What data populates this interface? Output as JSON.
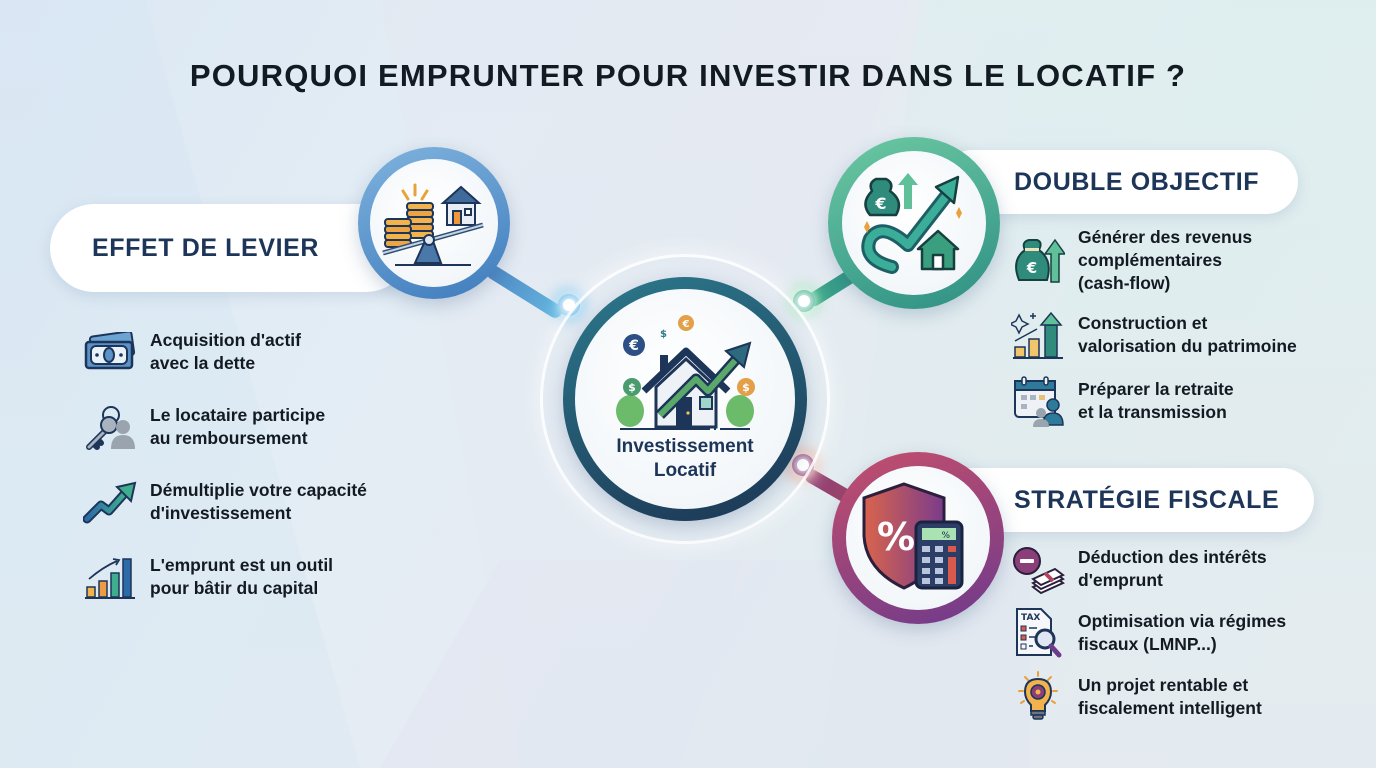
{
  "title": "POURQUOI EMPRUNTER POUR INVESTIR DANS LE LOCATIF ?",
  "center": {
    "label_line1": "Investissement",
    "label_line2": "Locatif",
    "icon": "house-growth-arrow-icon"
  },
  "sections": {
    "levier": {
      "heading": "EFFET DE LEVIER",
      "icon": "seesaw-coins-house-icon",
      "accent": "#3f7cbd",
      "items": [
        {
          "icon": "banknote-icon",
          "line1": "Acquisition d'actif",
          "line2": "avec la dette"
        },
        {
          "icon": "key-tenant-icon",
          "line1": "Le locataire participe",
          "line2": "au remboursement"
        },
        {
          "icon": "trend-arrow-icon",
          "line1": "Démultiplie votre capacité",
          "line2": "d'investissement"
        },
        {
          "icon": "bar-growth-icon",
          "line1": "L'emprunt est un outil",
          "line2": "pour bâtir du capital"
        }
      ]
    },
    "objectif": {
      "heading": "DOUBLE OBJECTIF",
      "icon": "money-bag-loop-arrow-house-icon",
      "accent": "#2e8f84",
      "items": [
        {
          "icon": "money-bag-up-icon",
          "line1": "Générer des revenus",
          "line2": "complémentaires",
          "line3": "(cash-flow)"
        },
        {
          "icon": "growth-bars-sparkle-icon",
          "line1": "Construction et",
          "line2": "valorisation du patrimoine"
        },
        {
          "icon": "calendar-family-icon",
          "line1": "Préparer la retraite",
          "line2": "et la transmission"
        }
      ]
    },
    "fiscale": {
      "heading": "STRATÉGIE FISCALE",
      "icon": "shield-percent-calculator-icon",
      "accent": "#8a3f78",
      "items": [
        {
          "icon": "minus-cash-stack-icon",
          "line1": "Déduction des intérêts",
          "line2": "d'emprunt"
        },
        {
          "icon": "tax-document-magnifier-icon",
          "line1": "Optimisation via régimes",
          "line2": "fiscaux (LMNP...)"
        },
        {
          "icon": "lightbulb-gear-icon",
          "line1": "Un projet rentable et",
          "line2": "fiscalement intelligent"
        }
      ]
    }
  },
  "colors": {
    "heading_text": "#1d3558",
    "body_text": "#131a22",
    "blue_accent": "#3f7cbd",
    "green_accent": "#2e8f84",
    "purple_accent": "#6e3a8c",
    "red_accent": "#c44f6c",
    "orange_accent": "#e9a23b"
  }
}
